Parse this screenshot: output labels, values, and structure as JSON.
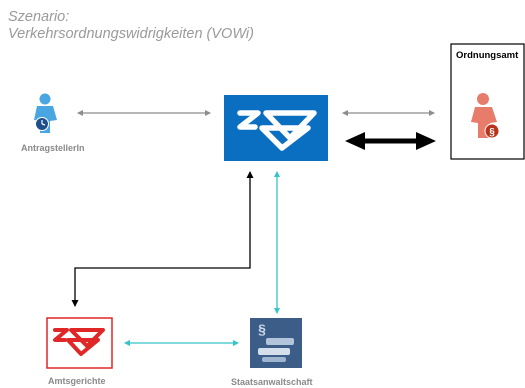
{
  "title": {
    "line1": "Szenario:",
    "line2": "Verkehrsordnungswidrigkeiten (VOWi)"
  },
  "nodes": {
    "applicant": {
      "label": "AntragstellerIn",
      "icon": "person-clock-icon"
    },
    "hub": {
      "label": "",
      "icon": "envelope-logo-icon",
      "color": "#0b6fc1"
    },
    "authority": {
      "label": "Ordnungsamt",
      "icon": "person-paragraph-icon"
    },
    "court": {
      "label": "Amtsgerichte",
      "icon": "envelope-logo-icon",
      "color": "#e02727"
    },
    "prosecutor": {
      "label": "Staatsanwaltschaft",
      "icon": "paragraph-documents-icon"
    }
  },
  "colors": {
    "arrow_gray": "#8c8c8c",
    "arrow_black": "#000000",
    "arrow_teal": "#35c3c6"
  }
}
